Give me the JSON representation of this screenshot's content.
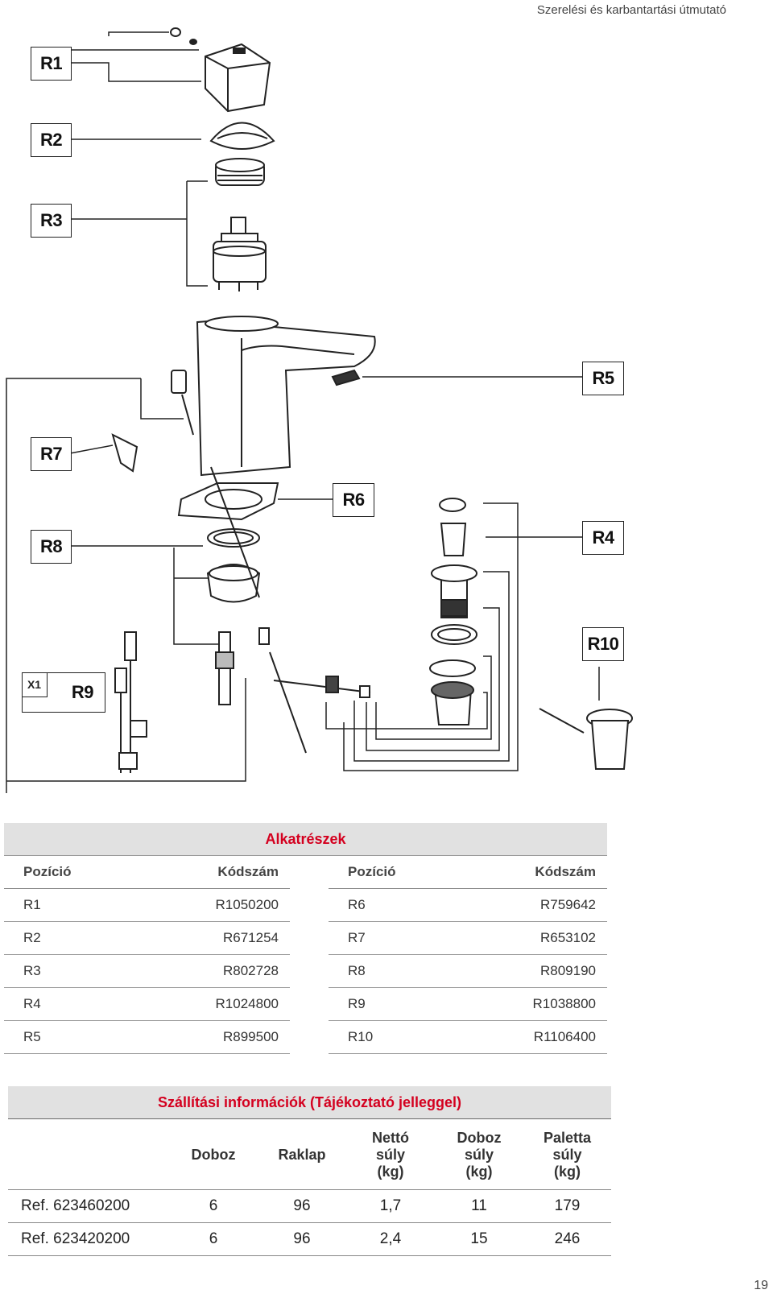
{
  "header": {
    "title": "Szerelési és karbantartási útmutató"
  },
  "diagram": {
    "labels": [
      "R1",
      "R2",
      "R3",
      "R5",
      "R7",
      "R6",
      "R8",
      "R4",
      "R10",
      "R9"
    ],
    "x1": "X1"
  },
  "parts": {
    "title": "Alkatrészek",
    "headers": {
      "position": "Pozíció",
      "code": "Kódszám"
    },
    "left": [
      {
        "pos": "R1",
        "code": "R1050200"
      },
      {
        "pos": "R2",
        "code": "R671254"
      },
      {
        "pos": "R3",
        "code": "R802728"
      },
      {
        "pos": "R4",
        "code": "R1024800"
      },
      {
        "pos": "R5",
        "code": "R899500"
      }
    ],
    "right": [
      {
        "pos": "R6",
        "code": "R759642"
      },
      {
        "pos": "R7",
        "code": "R653102"
      },
      {
        "pos": "R8",
        "code": "R809190"
      },
      {
        "pos": "R9",
        "code": "R1038800"
      },
      {
        "pos": "R10",
        "code": "R1106400"
      }
    ]
  },
  "shipping": {
    "title": "Szállítási információk (Tájékoztató jelleggel)",
    "headers": [
      "",
      "Doboz",
      "Raklap",
      "Nettó súly (kg)",
      "Doboz súly (kg)",
      "Paletta súly (kg)"
    ],
    "rows": [
      [
        "Ref. 623460200",
        "6",
        "96",
        "1,7",
        "11",
        "179"
      ],
      [
        "Ref. 623420200",
        "6",
        "96",
        "2,4",
        "15",
        "246"
      ]
    ]
  },
  "page_number": "19"
}
